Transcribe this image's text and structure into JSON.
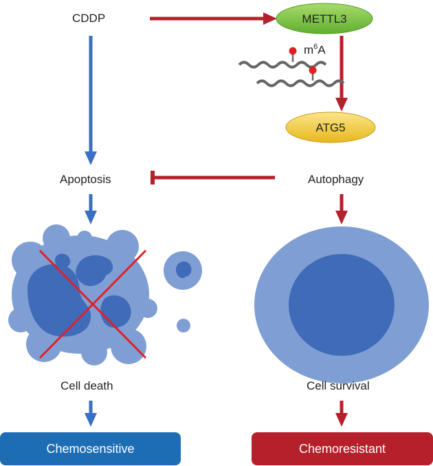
{
  "labels": {
    "cddp": "CDDP",
    "mettl3": "METTL3",
    "m6a_base": "m",
    "m6a_sup": "6",
    "m6a_suffix": "A",
    "atg5": "ATG5",
    "apoptosis": "Apoptosis",
    "autophagy": "Autophagy",
    "cell_death": "Cell death",
    "cell_survival": "Cell survival"
  },
  "outcomes": {
    "chemosensitive": "Chemosensitive",
    "chemoresistant": "Chemoresistant"
  },
  "colors": {
    "blue_arrow": "#3a6fc4",
    "red_arrow": "#b5202a",
    "mettl3_fill": "#7cc242",
    "atg5_fill": "#f5cf3c",
    "cell_light": "#7f9fd4",
    "cell_dark": "#3f6bb8",
    "chemosensitive_bg": "#1d6db5",
    "chemoresistant_bg": "#b5202a",
    "cross": "#e0202a",
    "m6a_dot": "#e02020"
  }
}
